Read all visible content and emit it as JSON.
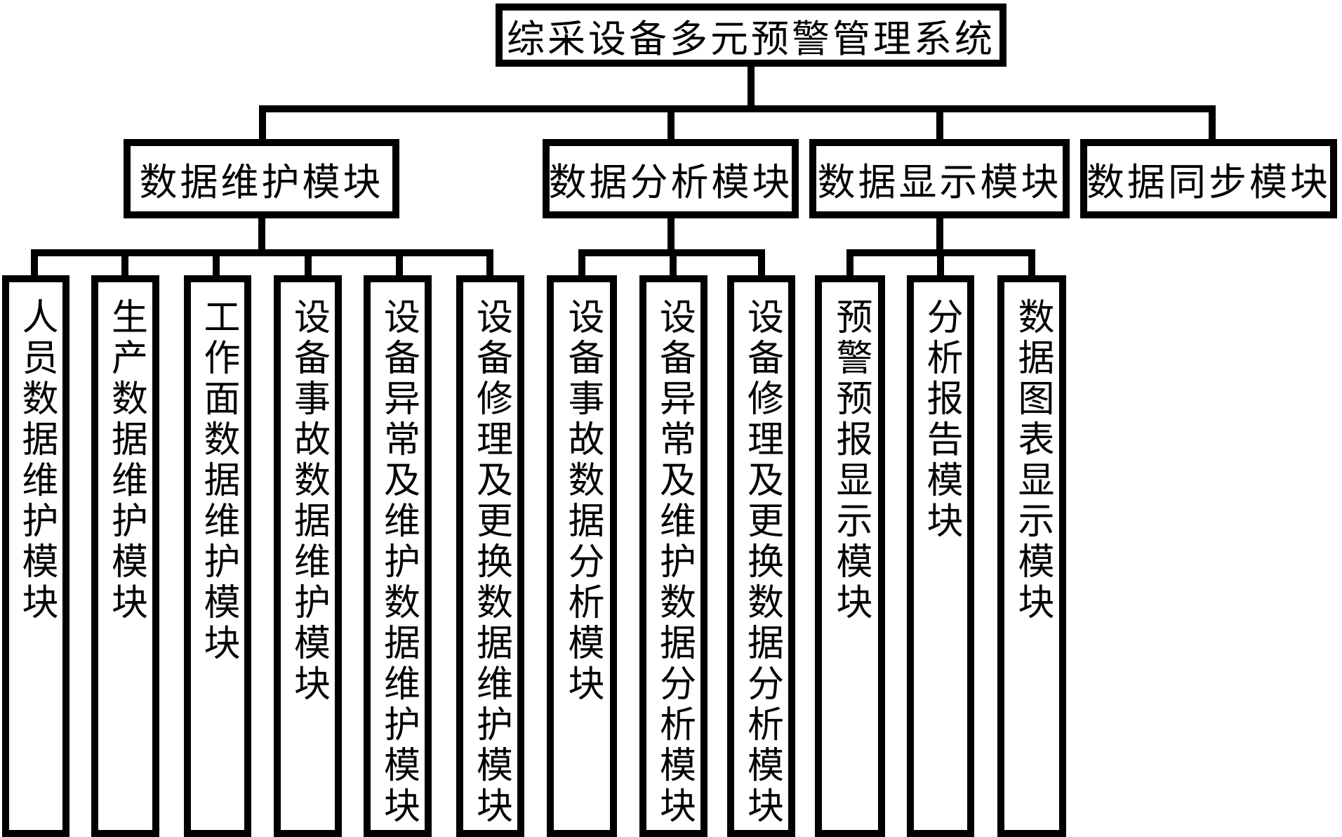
{
  "diagram": {
    "title": "综采设备多元预警管理系统",
    "modules": [
      {
        "label": "数据维护模块",
        "children": [
          "人员数据维护模块",
          "生产数据维护模块",
          "工作面数据维护模块",
          "设备事故数据维护模块",
          "设备异常及维护数据维护模块",
          "设备修理及更换数据维护模块"
        ]
      },
      {
        "label": "数据分析模块",
        "children": [
          "设备事故数据分析模块",
          "设备异常及维护数据分析模块",
          "设备修理及更换数据分析模块"
        ]
      },
      {
        "label": "数据显示模块",
        "children": [
          "预警预报显示模块",
          "分析报告模块",
          "数据图表显示模块"
        ]
      },
      {
        "label": "数据同步模块",
        "children": []
      }
    ],
    "colors": {
      "line": "#000000",
      "background": "#ffffff",
      "text": "#000000"
    }
  }
}
